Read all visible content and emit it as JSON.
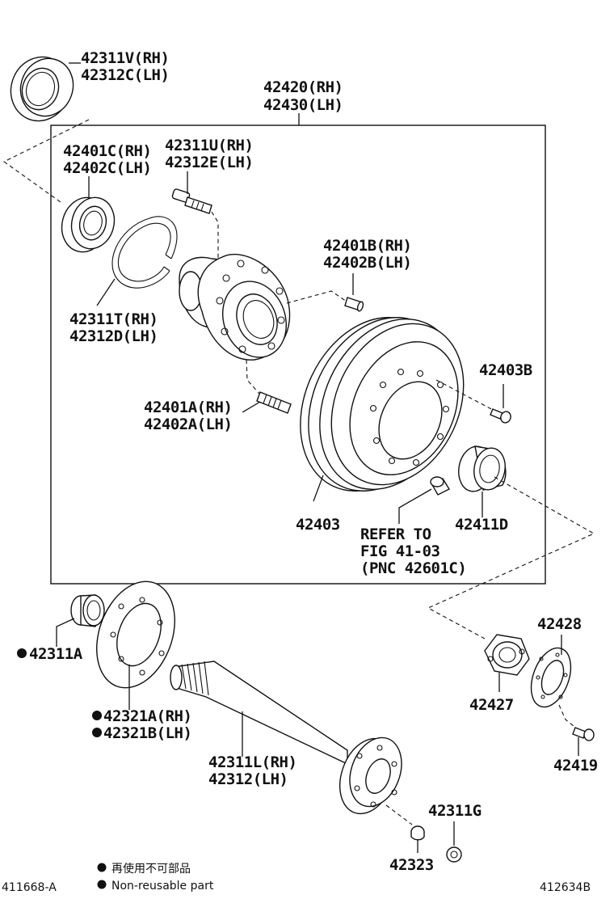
{
  "labels": {
    "l42311v": [
      "42311V(RH)",
      "42312C(LH)"
    ],
    "l42420": [
      "42420(RH)",
      "42430(LH)"
    ],
    "l42401c": [
      "42401C(RH)",
      "42402C(LH)"
    ],
    "l42311u": [
      "42311U(RH)",
      "42312E(LH)"
    ],
    "l42401b": [
      "42401B(RH)",
      "42402B(LH)"
    ],
    "l42311t": [
      "42311T(RH)",
      "42312D(LH)"
    ],
    "l42403b": "42403B",
    "l42401a": [
      "42401A(RH)",
      "42402A(LH)"
    ],
    "l42403": "42403",
    "l42411d": "42411D",
    "refer": [
      "REFER TO",
      "FIG 41-03",
      "(PNC 42601C)"
    ],
    "l42311a": "42311A",
    "l42428": "42428",
    "l42427": "42427",
    "l42321": [
      "42321A(RH)",
      "42321B(LH)"
    ],
    "l42311l": [
      "42311L(RH)",
      "42312(LH)"
    ],
    "l42419": "42419",
    "l42311g": "42311G",
    "l42323": "42323"
  },
  "legend": {
    "line1": "再使用不可部品",
    "line2": "Non-reusable part"
  },
  "ref_left": "411668-A",
  "ref_right": "412634B"
}
